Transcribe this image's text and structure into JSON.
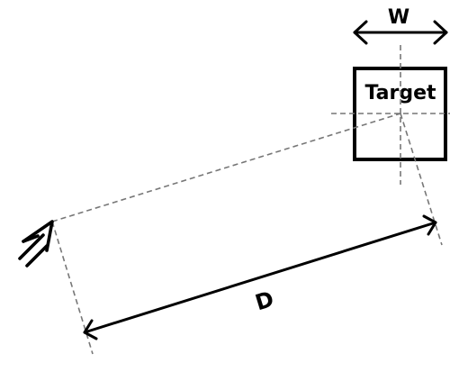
{
  "labels": {
    "width": "W",
    "target": "Target",
    "distance": "D"
  },
  "colors": {
    "stroke": "#000000",
    "guide": "#777777",
    "background": "#ffffff"
  },
  "icons": {
    "cursor": "mouse-pointer-arrow-icon"
  }
}
